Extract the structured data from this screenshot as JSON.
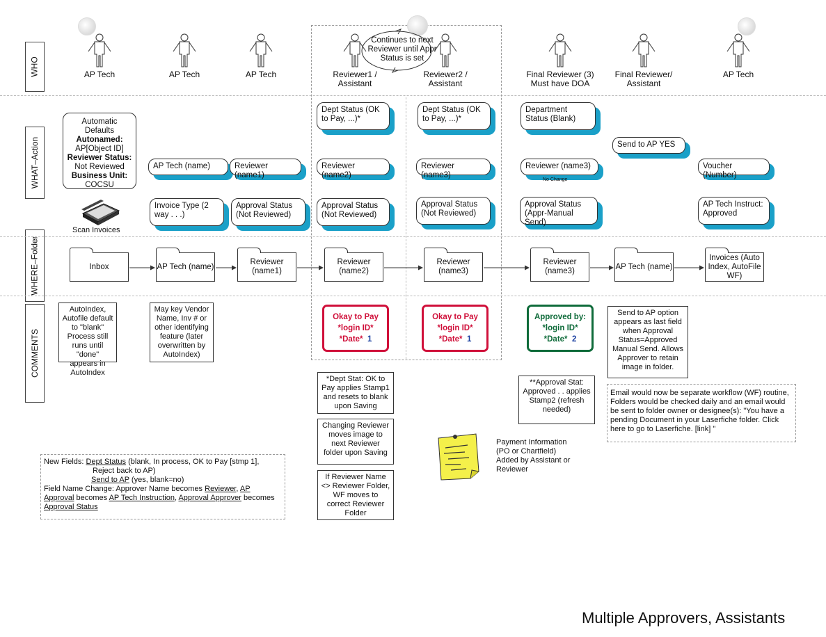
{
  "row_labels": [
    "WHO",
    "WHAT–Action",
    "WHERE–Folder",
    "COMMENTS"
  ],
  "who": [
    {
      "label": "AP Tech"
    },
    {
      "label": "AP Tech"
    },
    {
      "label": "AP Tech"
    },
    {
      "label": "Reviewer1 / Assistant"
    },
    {
      "label": "Reviewer2 / Assistant"
    },
    {
      "label": "Final Reviewer (3) Must have DOA"
    },
    {
      "label": "Final Reviewer/ Assistant"
    },
    {
      "label": "AP Tech"
    }
  ],
  "loop_note": "Continues to next Reviewer until Appr Status is set",
  "defaults_box": {
    "line1": "Automatic Defaults",
    "line2": "Autonamed:",
    "line3": "AP[Object ID]",
    "line4": "Reviewer Status:",
    "line5": "Not Reviewed",
    "line6": "Business Unit:",
    "line7": "COCSU"
  },
  "scan_label": "Scan Invoices",
  "actions": {
    "dept_status_1": "Dept Status (OK to Pay, ...)*",
    "dept_status_2": "Dept Status (OK to Pay, ...)*",
    "dept_status_3": "Department Status (Blank)",
    "send_to_ap": "Send to AP  YES",
    "ap_tech_name": "AP Tech  (name)",
    "reviewer_name1": "Reviewer (name1)",
    "reviewer_name2": "Reviewer (name2)",
    "reviewer_name3a": "Reviewer (name3)",
    "reviewer_name3b": "Reviewer (name3)",
    "no_change": "No Change",
    "voucher": "Voucher (Number)",
    "invoice_type": "Invoice Type (2 way . . .)",
    "approval_status_1": "Approval Status (Not Reviewed)",
    "approval_status_2": "Approval Status (Not Reviewed)",
    "approval_status_3": "Approval Status (Not Reviewed)",
    "approval_status_4": "Approval Status (Appr-Manual Send)",
    "ap_tech_instruct": "AP Tech Instruct: Approved"
  },
  "folders": [
    "Inbox",
    "AP Tech (name)",
    "Reviewer (name1)",
    "Reviewer (name2)",
    "Reviewer (name3)",
    "Reviewer (name3)",
    "AP Tech (name)",
    "Invoices (Auto Index, AutoFile WF)"
  ],
  "comments": {
    "autoindex": "AutoIndex, Autofile default to \"blank\" Process still runs until \"done\" appears in AutoIndex",
    "vendor": "May key Vendor Name, Inv # or other identifying feature (later overwritten by AutoIndex)",
    "send_option": "Send to AP option appears as last field when Approval Status=Approved Manual Send.  Allows Approver to retain image in folder.",
    "email": "Email would now be separate workflow (WF) routine, Folders would be checked daily and an email would be sent to folder owner or designee(s): \"You have a pending Document in your Laserfiche folder.  Click here to go to Laserfiche.  [link] \"",
    "dept_stat_note": "*Dept Stat: OK to Pay applies Stamp1 and resets to blank upon Saving",
    "approval_stat_note": "**Approval Stat: Approved . . applies Stamp2 (refresh needed)",
    "changing_reviewer": "Changing Reviewer moves image to next Reviewer folder upon Saving",
    "if_reviewer": "If Reviewer Name <> Reviewer Folder, WF moves to correct Reviewer Folder",
    "payment_info": "Payment Information (PO or Chartfield) Added by Assistant or Reviewer"
  },
  "stamps": [
    {
      "l1": "Okay to Pay",
      "l2": "*login ID*",
      "l3": "*Date*",
      "n": "1",
      "color": "#d0103a"
    },
    {
      "l1": "Okay to Pay",
      "l2": "*login ID*",
      "l3": "*Date*",
      "n": "1",
      "color": "#d0103a"
    },
    {
      "l1": "Approved by:",
      "l2": "*login ID*",
      "l3": "*Date*",
      "n": "2",
      "color": "#0f6b3a"
    }
  ],
  "new_fields": {
    "l1a": "New Fields:  ",
    "l1b": "Dept Status",
    "l1c": " (blank, In process, OK to Pay [stmp 1],",
    "l2": "Reject back to AP)",
    "l3a": "Send to AP",
    "l3b": " (yes, blank=no)",
    "l4a": "Field Name Change:  Approver Name becomes ",
    "l4b": "Reviewer",
    "l4c": ", ",
    "l4d": "AP Approval",
    "l4e": " becomes ",
    "l4f": "AP Tech Instruction",
    "l4g": ", ",
    "l4h": "Approval Approver",
    "l4i": " becomes ",
    "l4j": "Approval Status"
  },
  "footer_title": "Multiple Approvers, Assistants",
  "colors": {
    "shadow": "#1aa0c8",
    "stamp_red": "#d0103a",
    "stamp_green": "#0f6b3a",
    "note_yellow": "#f4f04a"
  }
}
